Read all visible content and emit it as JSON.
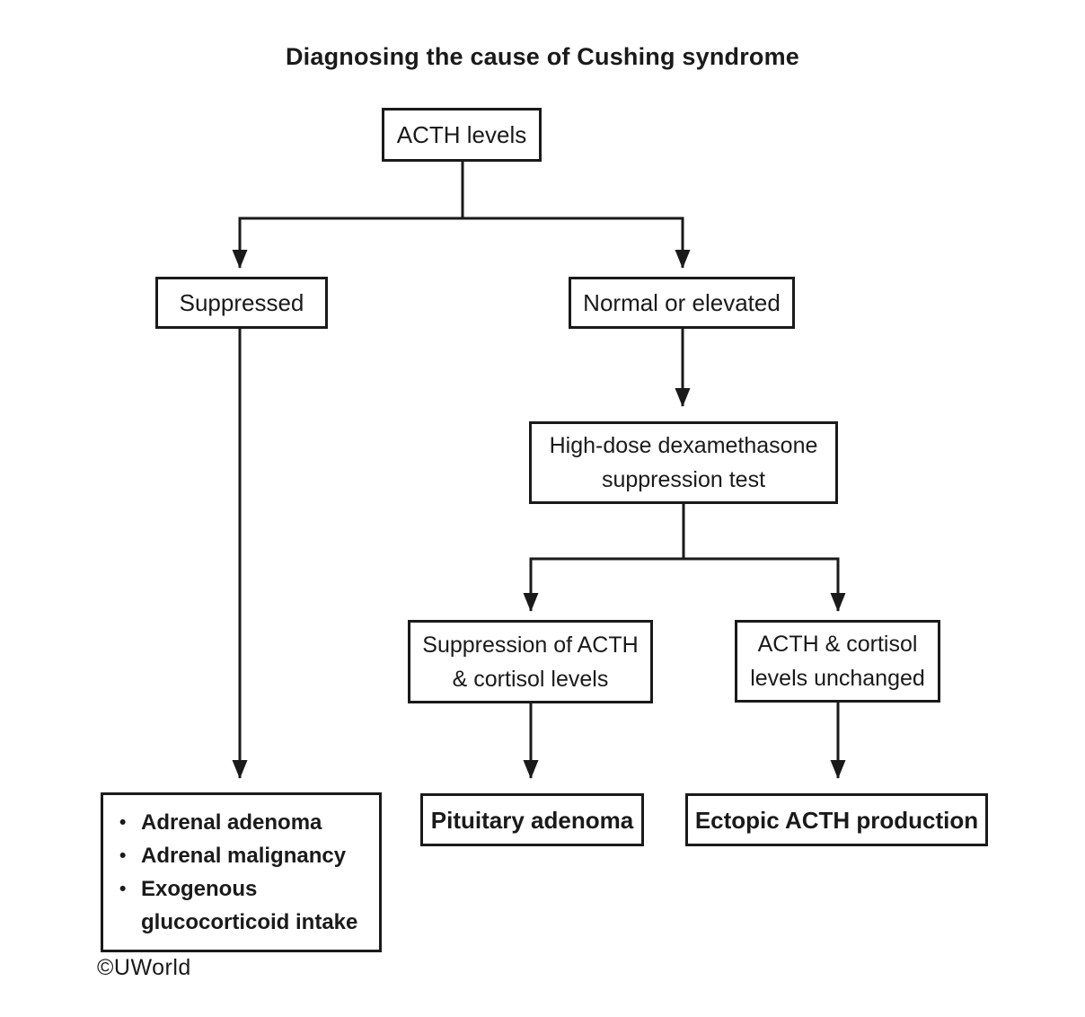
{
  "title": "Diagnosing the cause of Cushing syndrome",
  "watermark": "©UWorld",
  "icons": {
    "bullet": "•"
  },
  "colors": {
    "line": "#1a1a1a",
    "text": "#1a1a1a",
    "background": "#ffffff"
  },
  "flowchart": {
    "acth_levels": {
      "label": "ACTH levels"
    },
    "suppressed": {
      "label": "Suppressed"
    },
    "normal_or_elevated": {
      "label": "Normal or elevated"
    },
    "high_dose_test": {
      "lines": [
        "High-dose dexamethasone",
        "suppression test"
      ]
    },
    "suppression_of_acth_cortisol": {
      "lines": [
        "Suppression of ACTH",
        "& cortisol levels"
      ]
    },
    "acth_cortisol_unchanged": {
      "lines": [
        "ACTH & cortisol",
        "levels unchanged"
      ]
    },
    "pituitary_adenoma": {
      "label": "Pituitary adenoma"
    },
    "ectopic_acth_production": {
      "label": "Ectopic ACTH production"
    },
    "suppressed_causes": {
      "items": [
        "Adrenal adenoma",
        "Adrenal malignancy",
        "Exogenous glucocorticoid intake"
      ]
    }
  }
}
